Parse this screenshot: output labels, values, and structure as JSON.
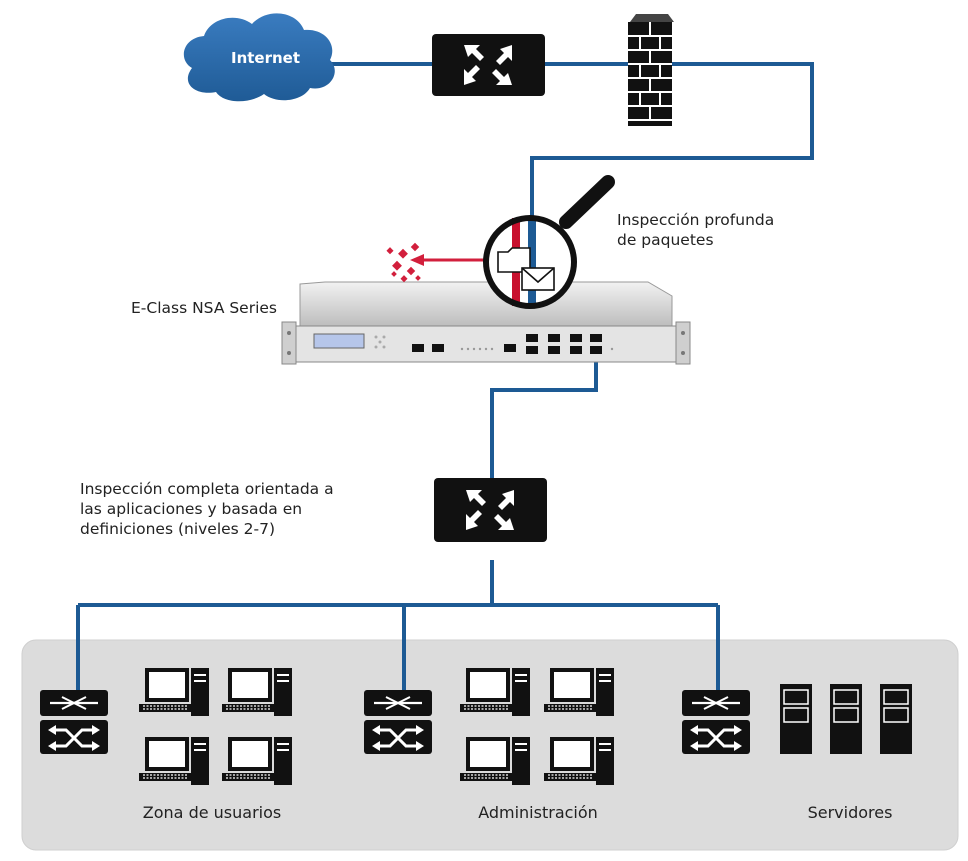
{
  "cloud_label": "Internet",
  "device_label": "E-Class NSA Series",
  "dpi_label": [
    "Inspección profunda",
    "de paquetes"
  ],
  "inspection_label": [
    "Inspección completa orientada a",
    "las aplicaciones y basada en",
    "definiciones (niveles 2-7)"
  ],
  "zones": [
    {
      "label": "Zona de usuarios"
    },
    {
      "label": "Administración"
    },
    {
      "label": "Servidores"
    }
  ],
  "colors": {
    "cable": "#1d5a94",
    "cloud": "#2e6ca7",
    "zone_bg": "#dcdcdc",
    "threat": "#d21f3c",
    "stripe_red": "#c8102e",
    "stripe_blue": "#1d5a94"
  }
}
